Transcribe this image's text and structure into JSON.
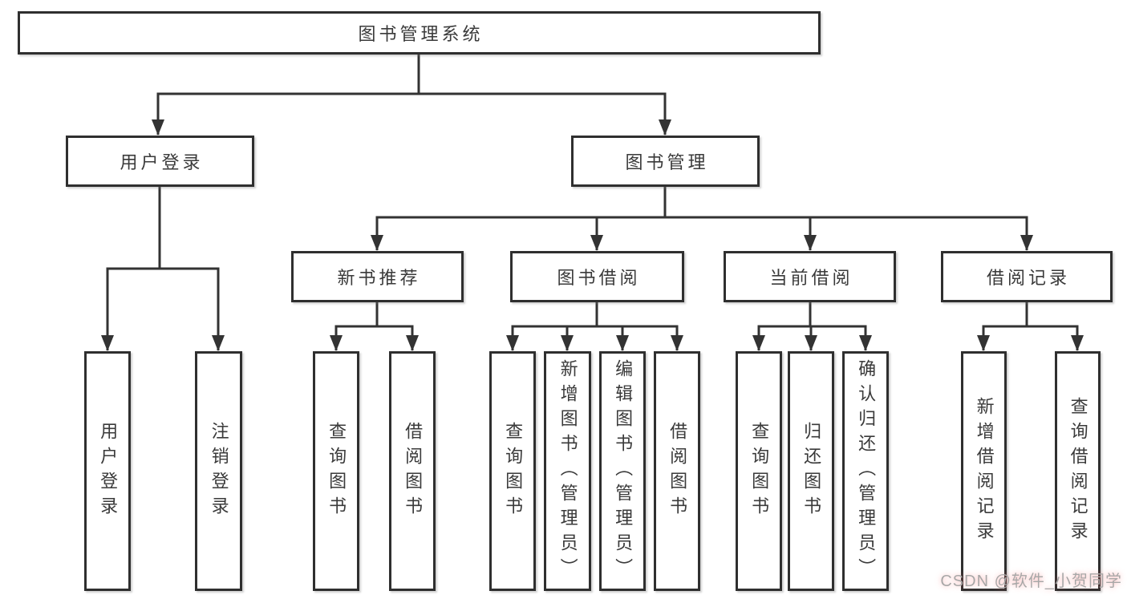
{
  "diagram": {
    "root": {
      "label": "图书管理系统"
    },
    "level2": [
      {
        "label": "用户登录"
      },
      {
        "label": "图书管理"
      }
    ],
    "level3": [
      {
        "label": "新书推荐",
        "parent": "图书管理"
      },
      {
        "label": "图书借阅",
        "parent": "图书管理"
      },
      {
        "label": "当前借阅",
        "parent": "图书管理"
      },
      {
        "label": "借阅记录",
        "parent": "图书管理"
      }
    ],
    "leaves": [
      {
        "label": "用户登录",
        "parent": "用户登录"
      },
      {
        "label": "注销登录",
        "parent": "用户登录"
      },
      {
        "label": "查询图书",
        "parent": "新书推荐"
      },
      {
        "label": "借阅图书",
        "parent": "新书推荐"
      },
      {
        "label": "查询图书",
        "parent": "图书借阅"
      },
      {
        "label": "新增图书（管理员）",
        "parent": "图书借阅"
      },
      {
        "label": "编辑图书（管理员）",
        "parent": "图书借阅"
      },
      {
        "label": "借阅图书",
        "parent": "图书借阅"
      },
      {
        "label": "查询图书",
        "parent": "当前借阅"
      },
      {
        "label": "归还图书",
        "parent": "当前借阅"
      },
      {
        "label": "确认归还（管理员）",
        "parent": "当前借阅"
      },
      {
        "label": "新增借阅记录",
        "parent": "借阅记录"
      },
      {
        "label": "查询借阅记录",
        "parent": "借阅记录"
      }
    ],
    "watermark": "CSDN @软件_小贺同学",
    "colors": {
      "line": "#333333",
      "text": "#3a3a3a",
      "background": "#ffffff",
      "watermark_gray": "#a8a8a8"
    }
  }
}
